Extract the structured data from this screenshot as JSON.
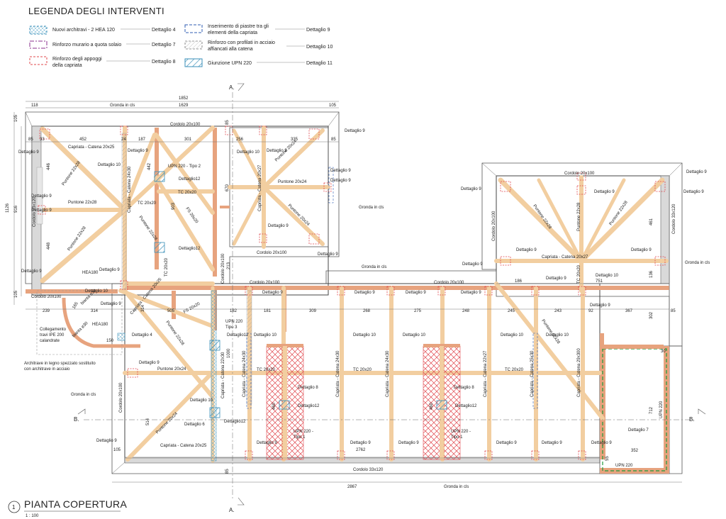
{
  "legend": {
    "title": "LEGENDA DEGLI INTERVENTI",
    "items": [
      {
        "label": "Nuovi architravi - 2 HEA 120",
        "ref": "Dettaglio 4"
      },
      {
        "label": "Rinforzo murario a quota solaio",
        "ref": "Dettaglio 7"
      },
      {
        "label_l1": "Rinforzo degli appoggi",
        "label_l2": "della capriata",
        "ref": "Dettaglio 8"
      },
      {
        "label_l1": "Inserimento di piastre tra gli",
        "label_l2": "elementi della capriata",
        "ref": "Dettaglio 9"
      },
      {
        "label_l1": "Rinforzo con profilati in acciaio",
        "label_l2": "affiancati alla catena",
        "ref": "Dettaglio 10"
      },
      {
        "label": "Giunzione UPN 220",
        "ref": "Dettaglio 11"
      }
    ]
  },
  "plan": {
    "title": "PIANTA COPERTURA",
    "number": "1",
    "scale": "1 : 100",
    "section_a": "A.",
    "section_b": "B.",
    "dims": {
      "d1852": "1852",
      "d118": "118",
      "d1629": "1629",
      "d105": "105",
      "d85": "85",
      "d33": "33",
      "d452": "452",
      "d24": "24",
      "d187": "187",
      "d301": "301",
      "d256": "256",
      "d335": "335",
      "d1126": "1126",
      "d916": "916",
      "d446": "446",
      "d448": "448",
      "d442": "442",
      "d903": "903",
      "d670": "670",
      "d213": "213",
      "d239": "239",
      "d165": "165",
      "d314": "314",
      "d505": "505",
      "d182": "182",
      "d181": "181",
      "d309": "309",
      "d268": "268",
      "d275": "275",
      "d248": "248",
      "d245": "245",
      "d243": "243",
      "d92": "92",
      "d367": "367",
      "d186": "186",
      "d751": "751",
      "d461": "461",
      "d136": "136",
      "d302": "302",
      "d30": "30",
      "d712": "712",
      "d352": "352",
      "d2762": "2762",
      "d2867": "2867",
      "d514": "514",
      "d1000": "1000",
      "d460": "460",
      "d150": "150",
      "d55": "55"
    },
    "labels": {
      "gronda": "Gronda in cls",
      "cordolo20": "Cordolo 20x100",
      "cordolo33": "Cordolo 33x120",
      "cordolo33v": "Cordolo 33x120",
      "capriata2025": "Capriata - Catena 20x25",
      "capriata2427": "Capriata - Catena 20x27",
      "capriata2430": "Capriata - Catena 24x30",
      "capriata2230": "Capriata - Catena 22x30",
      "capriata2527": "Capriata - Catena 22x27",
      "capriata2530": "Capriata - Catena 25x30",
      "capriata2930": "Capriata - Catena 29x300",
      "puntone2228": "Puntone 22x28",
      "puntone2024": "Puntone 20x24",
      "tc2020": "TC 20x20",
      "fs2020": "FS 20x20",
      "upn220": "UPN 220",
      "upnTipo2": "UPN 220 - Tipo 2",
      "upnTipo3_l1": "UPN 220",
      "upnTipo3_l2": "Tipo 3",
      "upnTipo1_l1": "UPN 220 -",
      "upnTipo1_l2": "Tipo 1",
      "hea180": "HEA180",
      "hea180b": "HEA180",
      "traviIpe_l1": "Collegamento",
      "traviIpe_l2": "travi IPE 200",
      "traviIpe_l3": "calandrate",
      "architrave_l1": "Architrave in legno spezzato sostituito",
      "architrave_l2": "con architrave in acciaio",
      "det4": "Dettaglio 4",
      "det6": "Dettaglio 6",
      "det7": "Dettaglio 7",
      "det8": "Dettaglio 8",
      "det9": "Dettaglio 9",
      "det10": "Dettaglio 10",
      "det11": "Dettaglio 11",
      "det12": "Dettaglio12",
      "bianta": "bianta ø30"
    }
  }
}
